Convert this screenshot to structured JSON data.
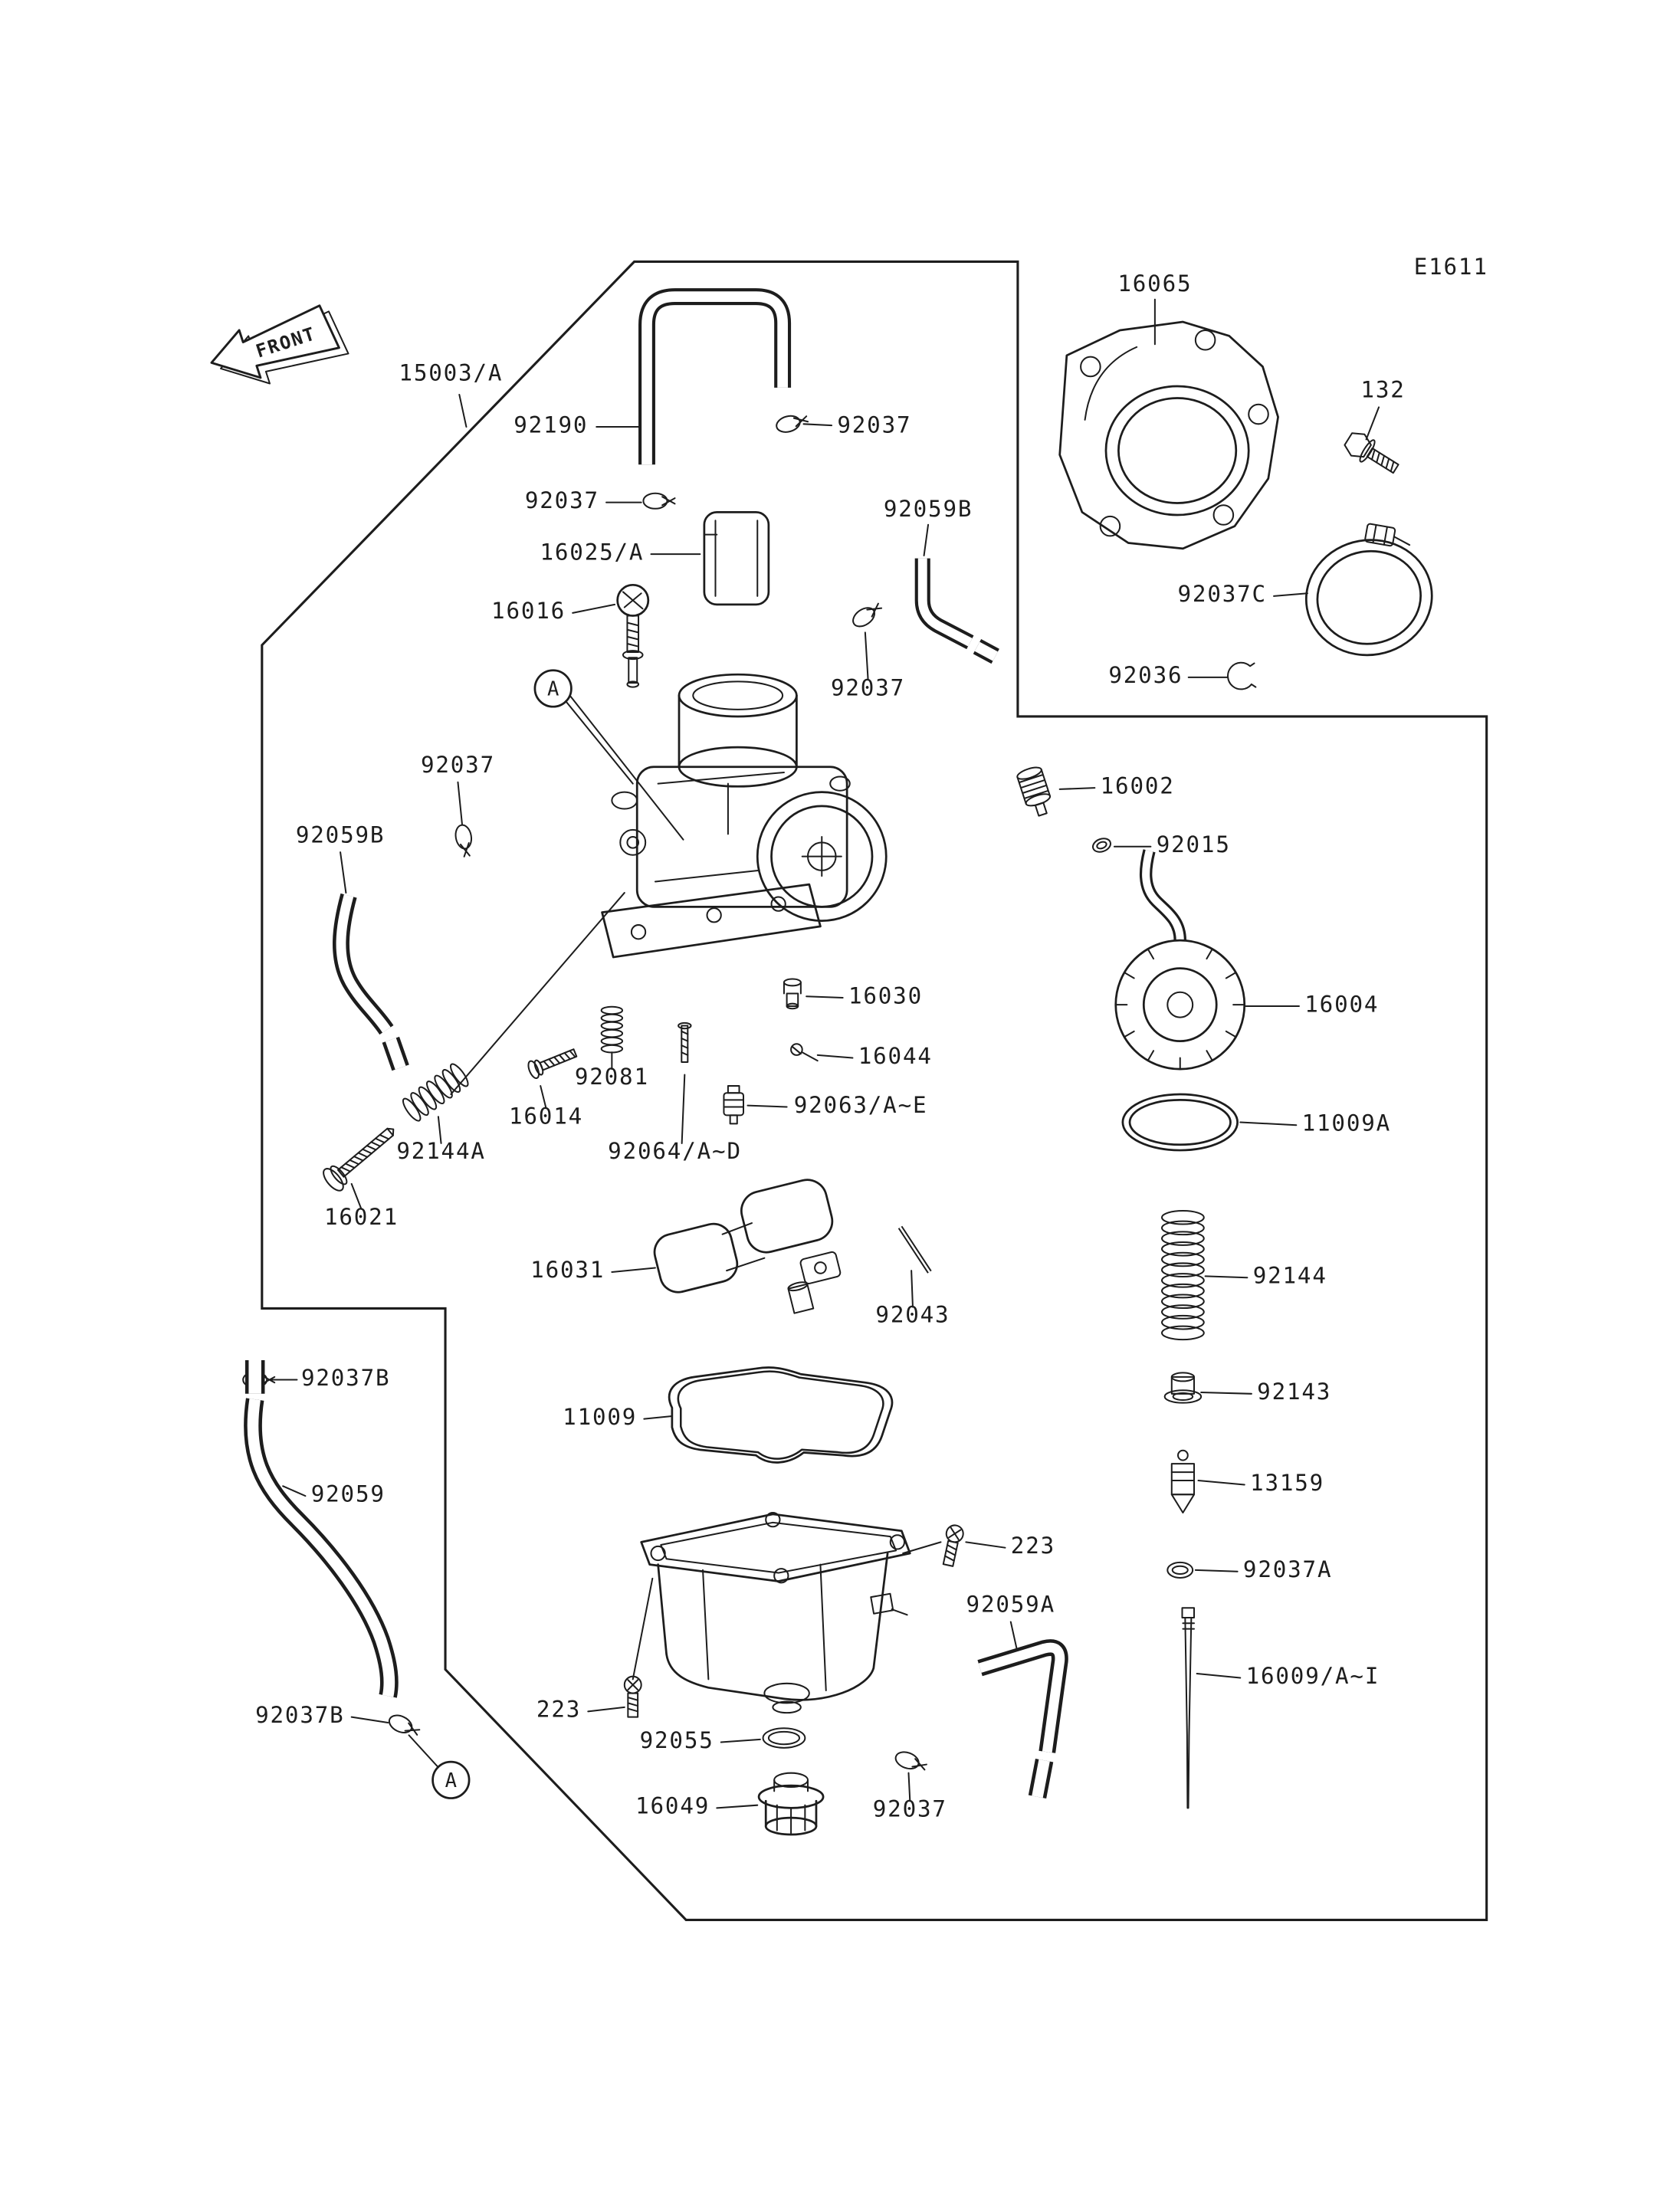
{
  "page": {
    "diagram_code": "E1611",
    "front_label": "FRONT",
    "detail_marker": "A",
    "ink_color": "#1d1d1d",
    "background_color": "#ffffff"
  },
  "parts": [
    {
      "label": "15003/A"
    },
    {
      "label": "92190"
    },
    {
      "label": "92037"
    },
    {
      "label": "16065"
    },
    {
      "label": "132"
    },
    {
      "label": "92037"
    },
    {
      "label": "16025/A"
    },
    {
      "label": "92059B"
    },
    {
      "label": "16016"
    },
    {
      "label": "92037C"
    },
    {
      "label": "92036"
    },
    {
      "label": "92037"
    },
    {
      "label": "16002"
    },
    {
      "label": "92015"
    },
    {
      "label": "92037"
    },
    {
      "label": "92059B"
    },
    {
      "label": "16004"
    },
    {
      "label": "16030"
    },
    {
      "label": "11009A"
    },
    {
      "label": "16044"
    },
    {
      "label": "92081"
    },
    {
      "label": "92063/A~E"
    },
    {
      "label": "16014"
    },
    {
      "label": "92144A"
    },
    {
      "label": "92064/A~D"
    },
    {
      "label": "92144"
    },
    {
      "label": "16021"
    },
    {
      "label": "16031"
    },
    {
      "label": "92043"
    },
    {
      "label": "92143"
    },
    {
      "label": "11009"
    },
    {
      "label": "13159"
    },
    {
      "label": "92037B"
    },
    {
      "label": "223"
    },
    {
      "label": "92037A"
    },
    {
      "label": "92059"
    },
    {
      "label": "92059A"
    },
    {
      "label": "16009/A~I"
    },
    {
      "label": "223"
    },
    {
      "label": "92055"
    },
    {
      "label": "16049"
    },
    {
      "label": "92037"
    },
    {
      "label": "92037B"
    }
  ]
}
